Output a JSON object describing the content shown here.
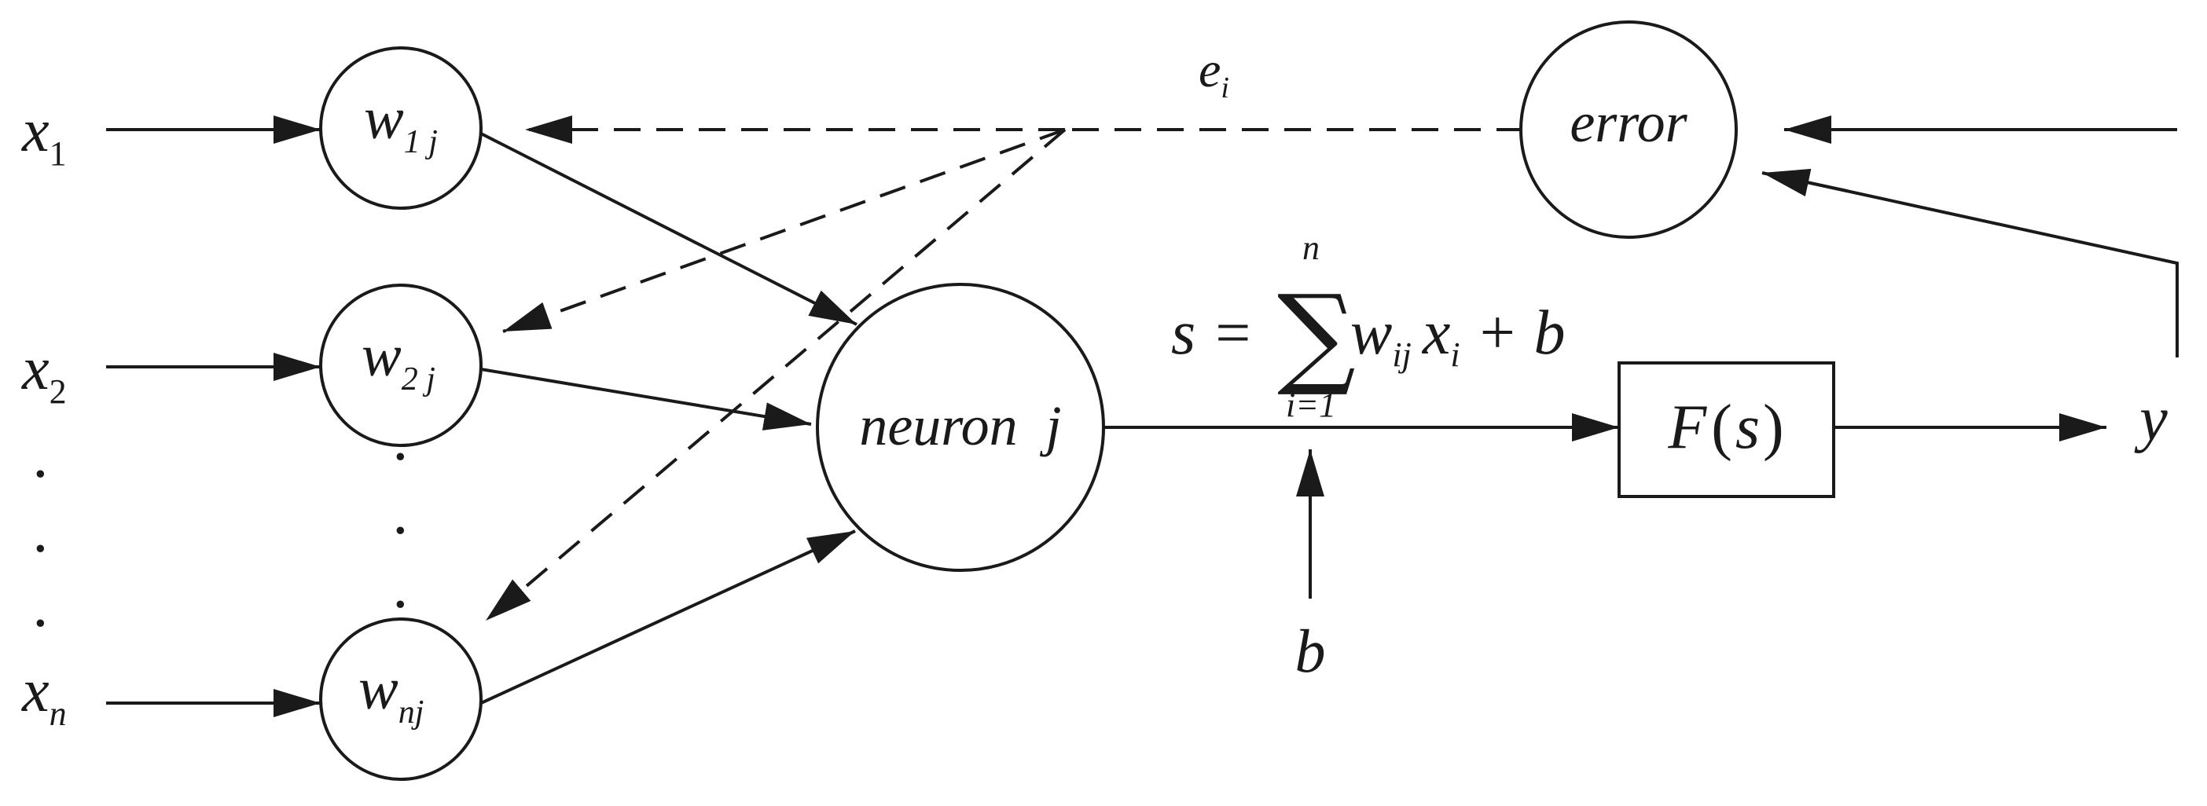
{
  "inputs": {
    "x1_base": "x",
    "x1_sub": "1",
    "x2_base": "x",
    "x2_sub": "2",
    "xn_base": "x",
    "xn_sub": "n",
    "dot": "·"
  },
  "weights": {
    "w1_base": "w",
    "w1_sub": "1 j",
    "w2_base": "w",
    "w2_sub": "2 j",
    "wn_base": "w",
    "wn_sub": "nj",
    "dot": "·"
  },
  "neuron_label": "neuron  j",
  "error_label": "error",
  "error_signal": {
    "base": "e",
    "sub": "i"
  },
  "formula": {
    "lhs": "s = ",
    "sigma": "∑",
    "upper": "n",
    "lower": "i=1",
    "term_w": "w",
    "term_w_sub": "ij",
    "term_x": "x",
    "term_x_sub": "i",
    "tail": " + b"
  },
  "bias_label": "b",
  "activation": {
    "f": "F",
    "lparen": "(",
    "arg": "s",
    "rparen": ")"
  },
  "output_label": "y",
  "colors": {
    "ink": "#1a1a1a",
    "background": "#ffffff"
  }
}
